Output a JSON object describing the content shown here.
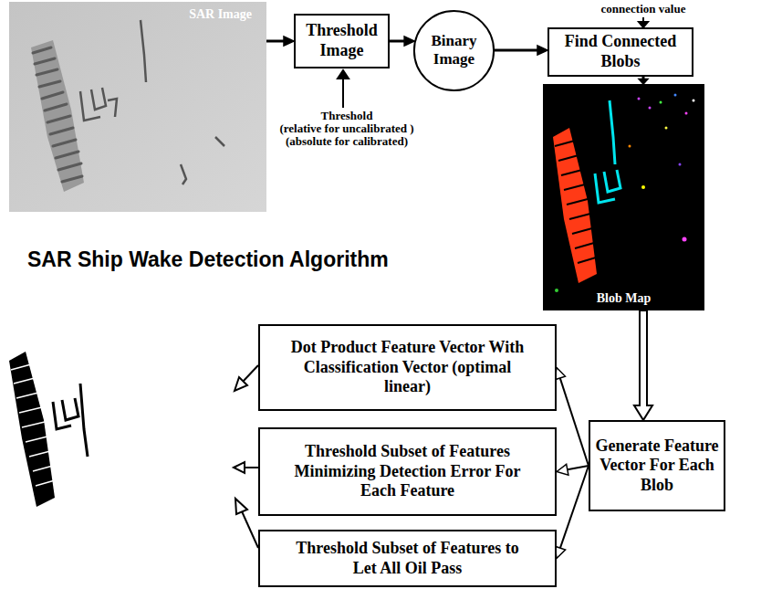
{
  "diagram": {
    "title": "SAR Ship Wake Detection Algorithm",
    "nodes": [
      {
        "text": [
          "SAR Image"
        ]
      },
      {
        "text": [
          "Threshold Image"
        ]
      },
      {
        "text": [
          "Binary Image"
        ]
      },
      {
        "text": [
          "Find Connected Blobs"
        ]
      },
      {
        "text": [
          "Blob Map"
        ]
      },
      {
        "text": [
          "Dot Product Feature Vector With Classification Vector (optimal linear)"
        ]
      },
      {
        "text": [
          "Threshold Subset of Features Minimizing Detection Error For Each Feature"
        ]
      },
      {
        "text": [
          "Threshold Subset of Features to Let All Oil Pass"
        ]
      },
      {
        "text": [
          "Generate Feature Vector For Each Blob"
        ]
      }
    ],
    "edges": [
      {
        "from": 0,
        "to": 1,
        "arrow": "to"
      },
      {
        "from": 1,
        "to": 2,
        "arrow": "to"
      },
      {
        "from": 2,
        "to": 3,
        "arrow": "to"
      },
      {
        "from": 3,
        "to": 4,
        "arrow": "to"
      },
      {
        "from": 4,
        "to": 8,
        "arrow": "to"
      },
      {
        "from": 8,
        "to": 5,
        "arrow": "to"
      },
      {
        "from": 8,
        "to": 6,
        "arrow": "to"
      },
      {
        "from": 8,
        "to": 7,
        "arrow": "to"
      }
    ],
    "labels": [
      "connection value",
      "Threshold",
      "(relative for uncalibrated )",
      "(absolute for calibrated)"
    ]
  }
}
